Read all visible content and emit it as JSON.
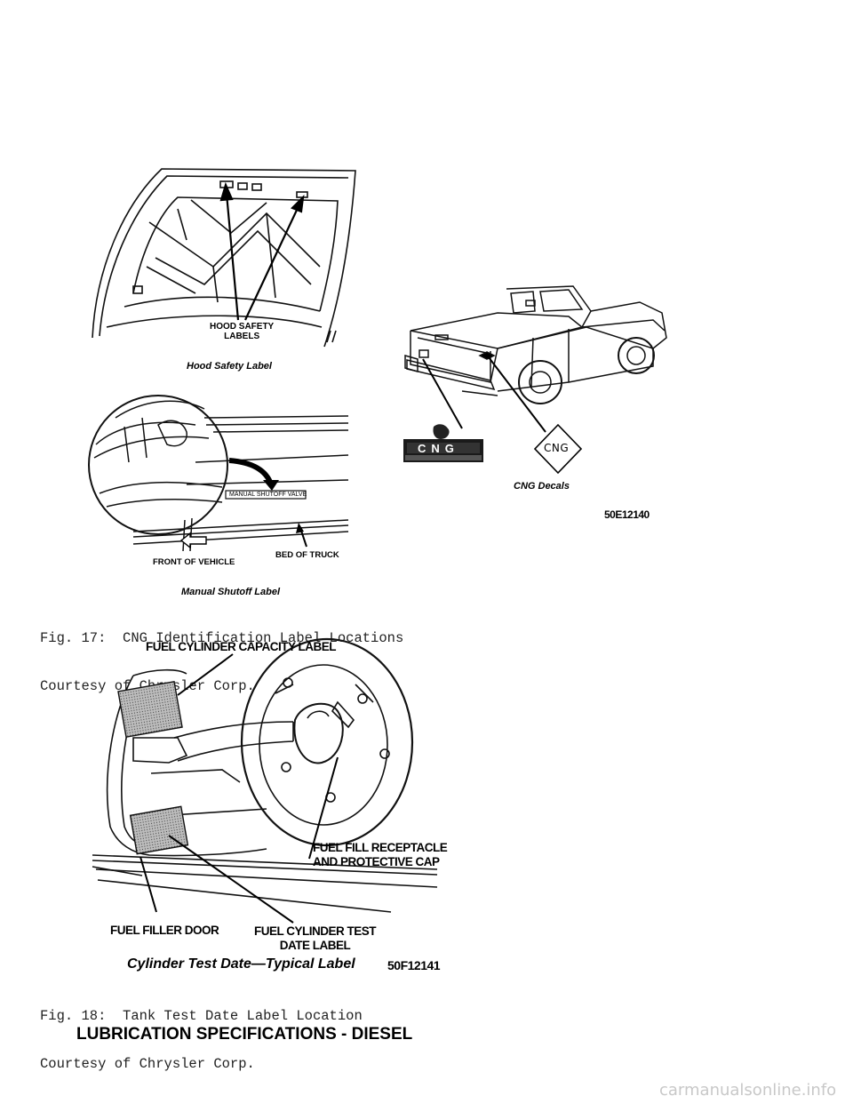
{
  "fig17": {
    "hood": {
      "callout": "HOOD SAFETY\nLABELS",
      "callout_line1": "HOOD SAFETY",
      "callout_line2": "LABELS",
      "title": "Hood Safety Label"
    },
    "valve": {
      "valve_label": "MANUAL SHUTOFF VALVE",
      "front_label": "FRONT OF VEHICLE",
      "bed_label": "BED OF TRUCK",
      "title": "Manual Shutoff Label"
    },
    "truck": {
      "diamond_text": "CNG",
      "decal_text": "CNG",
      "title": "CNG Decals",
      "code": "50E12140"
    },
    "caption_line1": "Fig. 17:  CNG Identification Label Locations",
    "caption_line2": "Courtesy of Chrysler Corp."
  },
  "fig18": {
    "capacity_label": "FUEL CYLINDER CAPACITY LABEL",
    "receptacle_line1": "FUEL FILL RECEPTACLE",
    "receptacle_line2": "AND PROTECTIVE CAP",
    "door_label": "FUEL FILLER DOOR",
    "test_line1": "FUEL CYLINDER TEST",
    "test_line2": "DATE LABEL",
    "title": "Cylinder Test Date—Typical Label",
    "code": "50F12141",
    "caption_line1": "Fig. 18:  Tank Test Date Label Location",
    "caption_line2": "Courtesy of Chrysler Corp."
  },
  "section_heading": "LUBRICATION SPECIFICATIONS - DIESEL",
  "watermark": "carmanualsonline.info"
}
